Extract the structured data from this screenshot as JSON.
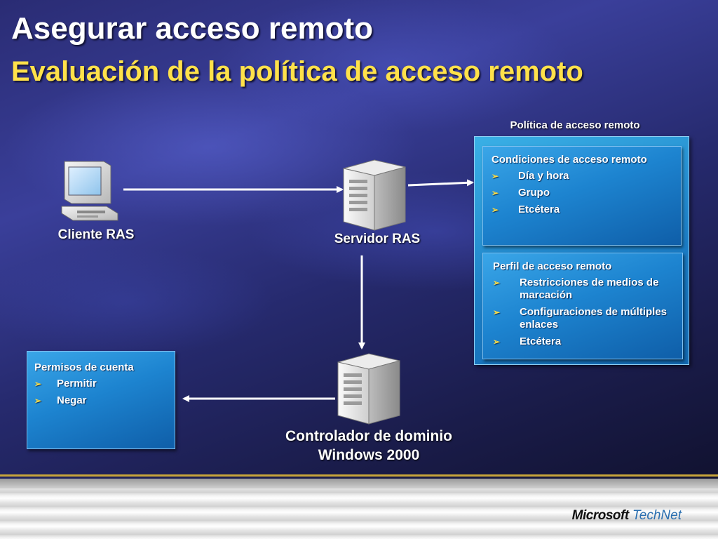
{
  "slide": {
    "title": "Asegurar acceso remoto",
    "subtitle": "Evaluación de la política de acceso remoto"
  },
  "nodes": {
    "client": "Cliente RAS",
    "server": "Servidor RAS",
    "dc_line1": "Controlador de dominio",
    "dc_line2": "Windows 2000"
  },
  "policy": {
    "heading": "Política de acceso remoto",
    "conditions": {
      "title": "Condiciones de acceso remoto",
      "items": [
        "Día y hora",
        "Grupo",
        "Etcétera"
      ]
    },
    "profile": {
      "title": "Perfil de acceso remoto",
      "items": [
        "Restricciones de medios de marcación",
        "Configuraciones de múltiples enlaces",
        "Etcétera"
      ]
    }
  },
  "permissions": {
    "title": "Permisos de cuenta",
    "items": [
      "Permitir",
      "Negar"
    ]
  },
  "footer": {
    "brand_main": "Microsoft",
    "brand_sub": "TechNet"
  },
  "colors": {
    "title": "#ffffff",
    "subtitle": "#ffe14a",
    "box": "#1d84d0",
    "accent_line": "#c8a53a"
  },
  "icons": {
    "client": "desktop-computer-icon",
    "server": "tower-server-icon",
    "bullet": "arrowhead-bullet-icon"
  }
}
